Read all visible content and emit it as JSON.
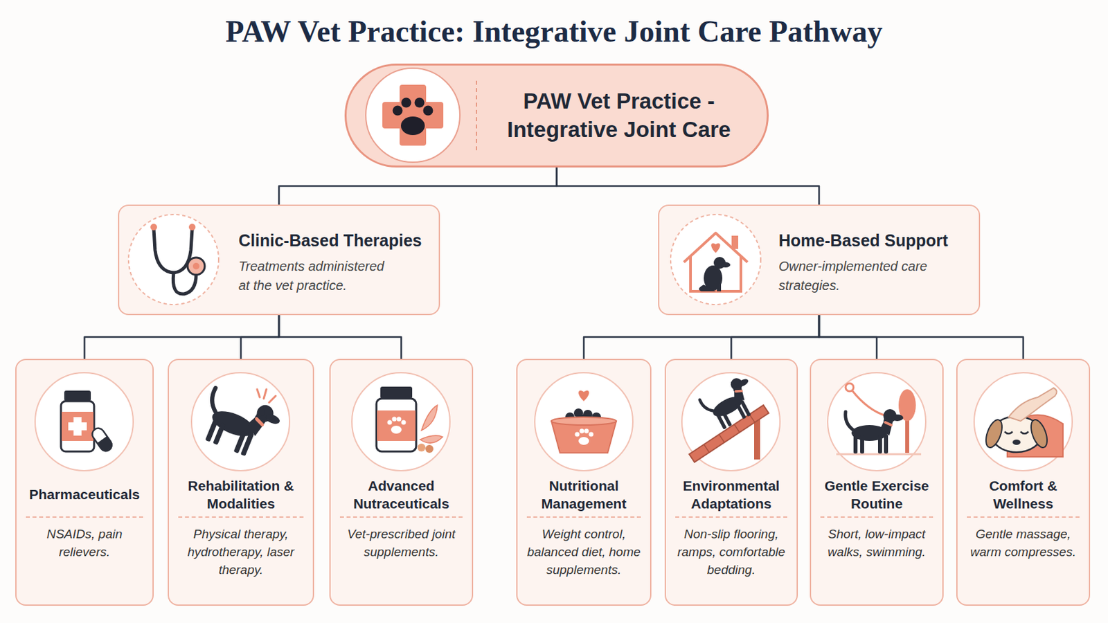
{
  "diagram": {
    "title": "PAW Vet Practice: Integrative Joint Care Pathway",
    "nodes": [
      {
        "text": [
          "PAW Vet Practice - Integrative Joint Care"
        ]
      },
      {
        "text": [
          "Clinic-Based Therapies",
          "Treatments administered at the vet practice."
        ]
      },
      {
        "text": [
          "Home-Based Support",
          "Owner-implemented care strategies."
        ]
      },
      {
        "text": [
          "Pharmaceuticals",
          "NSAIDs, pain relievers."
        ]
      },
      {
        "text": [
          "Rehabilitation & Modalities",
          "Physical therapy, hydrotherapy, laser therapy."
        ]
      },
      {
        "text": [
          "Advanced Nutraceuticals",
          "Vet-prescribed joint supplements."
        ]
      },
      {
        "text": [
          "Nutritional Management",
          "Weight control, balanced diet, home supplements."
        ]
      },
      {
        "text": [
          "Environmental Adaptations",
          "Non-slip flooring, ramps, comfortable bedding."
        ]
      },
      {
        "text": [
          "Gentle Exercise Routine",
          "Short, low-impact walks, swimming."
        ]
      },
      {
        "text": [
          "Comfort & Wellness",
          "Gentle massage, warm compresses."
        ]
      }
    ],
    "edges": [
      {
        "from": 0,
        "to": 1,
        "arrow": "none"
      },
      {
        "from": 0,
        "to": 2,
        "arrow": "none"
      },
      {
        "from": 1,
        "to": 3,
        "arrow": "none"
      },
      {
        "from": 1,
        "to": 4,
        "arrow": "none"
      },
      {
        "from": 1,
        "to": 5,
        "arrow": "none"
      },
      {
        "from": 2,
        "to": 6,
        "arrow": "none"
      },
      {
        "from": 2,
        "to": 7,
        "arrow": "none"
      },
      {
        "from": 2,
        "to": 8,
        "arrow": "none"
      },
      {
        "from": 2,
        "to": 9,
        "arrow": "none"
      }
    ]
  }
}
